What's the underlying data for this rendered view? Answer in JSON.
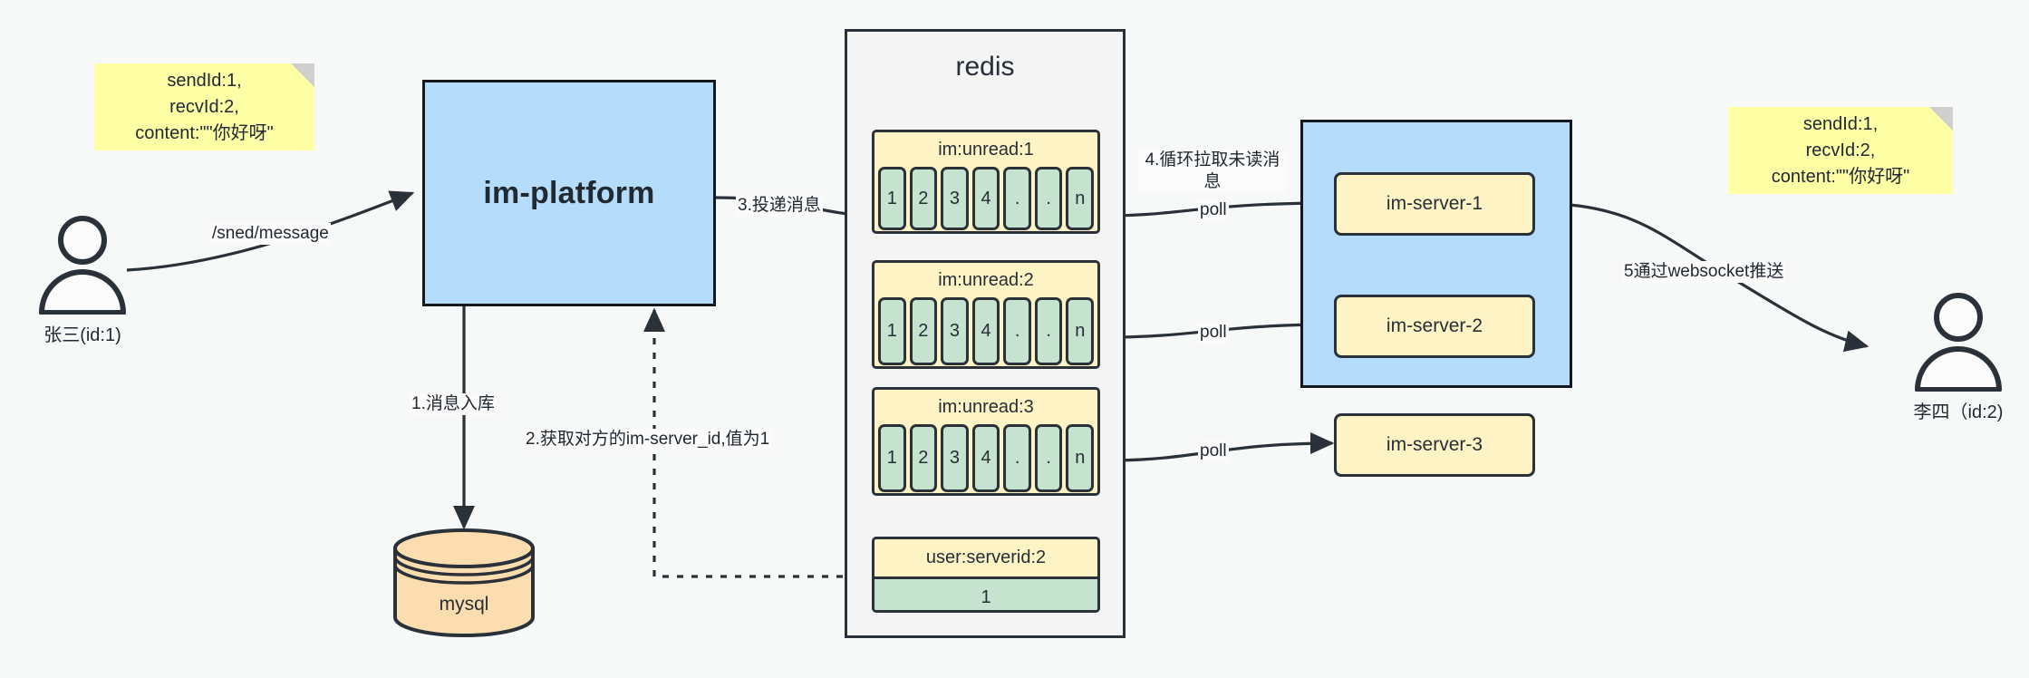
{
  "diagram": {
    "title": "IM message delivery architecture",
    "colors": {
      "background": "#f7f8f8",
      "sticky": "#ffffa6",
      "blue_box": "#b5dcfb",
      "redis_panel": "#f4f4f4",
      "key_yellow": "#fdf3c4",
      "cell_green": "#c5e3ce",
      "mysql_orange": "#fcddb0",
      "stroke": "#2b3138"
    }
  },
  "notes": {
    "left": "sendId:1,\nrecvId:2,\ncontent:\"\"你好呀\"",
    "right": "sendId:1,\nrecvId:2,\ncontent:\"\"你好呀\""
  },
  "actors": {
    "sender": {
      "caption": "张三(id:1)"
    },
    "receiver": {
      "caption": "李四（id:2)"
    }
  },
  "services": {
    "im_platform": "im-platform",
    "redis": "redis",
    "mysql": "mysql"
  },
  "redis_keys": [
    {
      "name": "im:unread:1",
      "cells": [
        "1",
        "2",
        "3",
        "4",
        ".",
        ".",
        "n"
      ]
    },
    {
      "name": "im:unread:2",
      "cells": [
        "1",
        "2",
        "3",
        "4",
        ".",
        ".",
        "n"
      ]
    },
    {
      "name": "im:unread:3",
      "cells": [
        "1",
        "2",
        "3",
        "4",
        ".",
        ".",
        "n"
      ]
    }
  ],
  "redis_value_key": {
    "name": "user:serverid:2",
    "value": "1"
  },
  "im_servers": [
    {
      "label": "im-server-1"
    },
    {
      "label": "im-server-2"
    },
    {
      "label": "im-server-3"
    }
  ],
  "edge_labels": {
    "send_message": "/sned/message",
    "step1": "1.消息入库",
    "step2": "2.获取对方的im-server_id,值为1",
    "step3": "3.投递消息",
    "step4": "4.循环拉取未读消息",
    "poll1": "poll",
    "poll2": "poll",
    "poll3": "poll",
    "step5": "5通过websocket推送"
  }
}
